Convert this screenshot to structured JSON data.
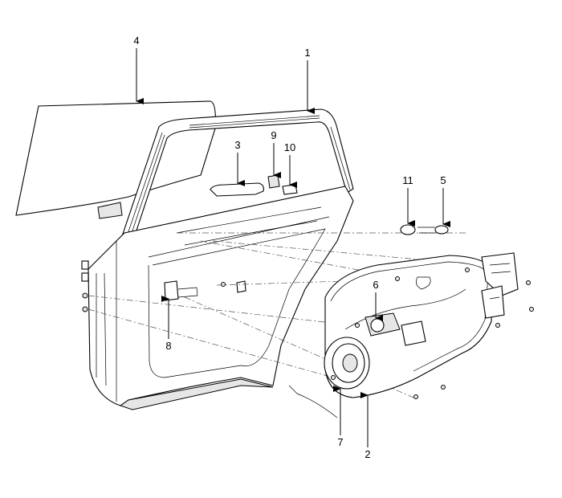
{
  "diagram": {
    "callouts": [
      {
        "id": "1",
        "part": "door-frame-molding"
      },
      {
        "id": "2",
        "part": "door-trim-module-panel"
      },
      {
        "id": "3",
        "part": "outside-handle"
      },
      {
        "id": "4",
        "part": "door-glass"
      },
      {
        "id": "5",
        "part": "fastener"
      },
      {
        "id": "6",
        "part": "window-regulator-motor"
      },
      {
        "id": "7",
        "part": "speaker"
      },
      {
        "id": "8",
        "part": "door-hinge-checker"
      },
      {
        "id": "9",
        "part": "key-cylinder"
      },
      {
        "id": "10",
        "part": "handle-bracket"
      },
      {
        "id": "11",
        "part": "grommet"
      }
    ]
  }
}
